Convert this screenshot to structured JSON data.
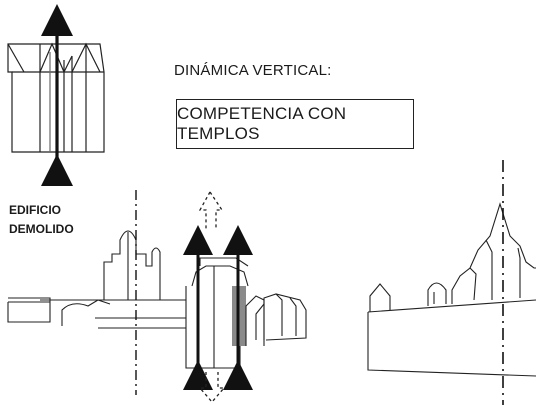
{
  "texts": {
    "heading": "DINÁMICA VERTICAL:",
    "boxed": "COMPETENCIA CON TEMPLOS",
    "side_label_line1": "EDIFICIO",
    "side_label_line2": "DEMOLIDO"
  },
  "colors": {
    "ink": "#1a1a1a",
    "shade": "#8a8a8a",
    "background": "#ffffff"
  }
}
